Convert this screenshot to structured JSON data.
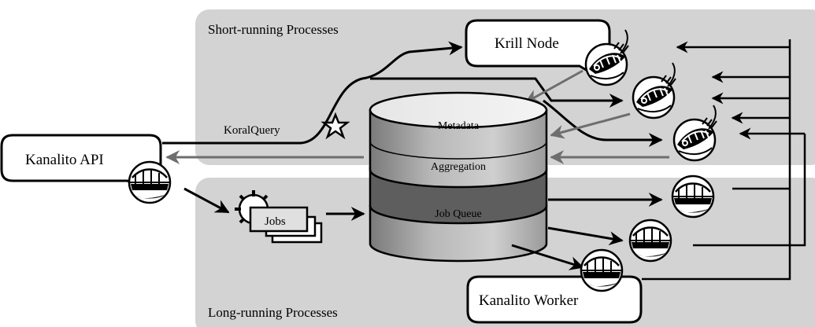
{
  "regions": {
    "short_running": "Short-running Processes",
    "long_running": "Long-running Processes"
  },
  "nodes": {
    "kanalito_api": "Kanalito API",
    "krill_node": "Krill Node",
    "kanalito_worker": "Kanalito Worker",
    "jobs": "Jobs"
  },
  "database": {
    "metadata": "Metadata",
    "aggregation": "Aggregation",
    "job_queue": "Job Queue"
  },
  "edges": {
    "koral_query": "KoralQuery"
  },
  "icons": [
    "krill-shrimp-icon",
    "bridge-icon",
    "gear-icon",
    "star-icon"
  ],
  "colors": {
    "region_fill": "#d3d3d3",
    "db_dark": "#8c8c8c",
    "db_light": "#dcdcdc",
    "gray_arrow": "#6e6e6e",
    "ink": "#000000"
  }
}
